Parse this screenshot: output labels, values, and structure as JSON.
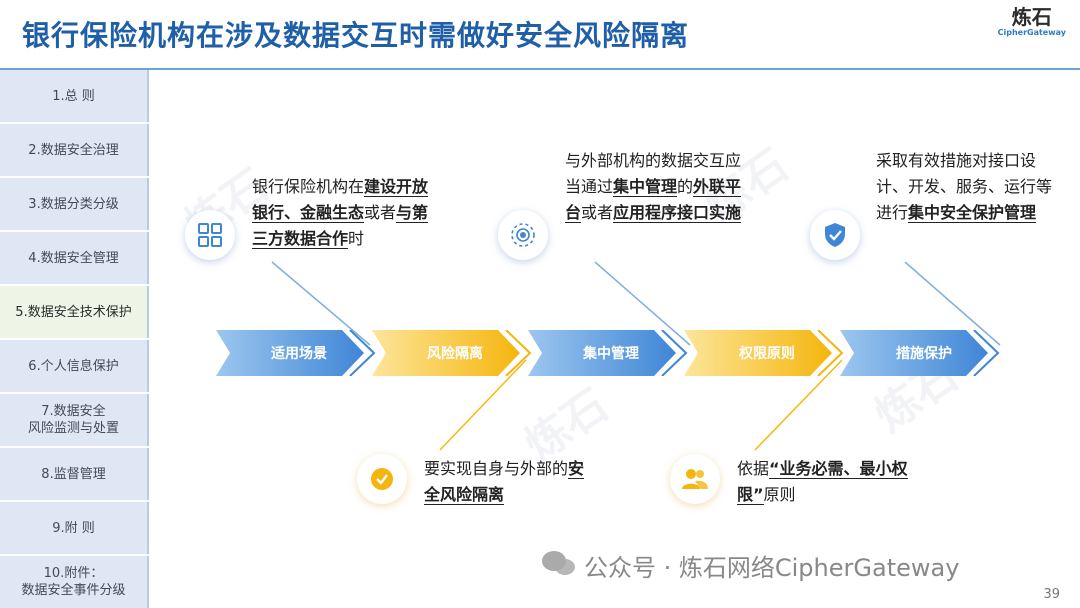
{
  "title": "银行保险机构在涉及数据交互时需做好安全风险隔离",
  "logo": {
    "cn": "炼石",
    "en": "CipherGateway"
  },
  "sidebar": {
    "items": [
      {
        "label": "1.总 则"
      },
      {
        "label": "2.数据安全治理"
      },
      {
        "label": "3.数据分类分级"
      },
      {
        "label": "4.数据安全管理"
      },
      {
        "label": "5.数据安全技术保护",
        "active": true
      },
      {
        "label": "6.个人信息保护"
      },
      {
        "label": "7.数据安全\n风险监测与处置"
      },
      {
        "label": "8.监督管理"
      },
      {
        "label": "9.附 则"
      },
      {
        "label": "10.附件：\n数据安全事件分级"
      }
    ]
  },
  "steps": [
    {
      "label": "适用场景",
      "color": "blue"
    },
    {
      "label": "风险隔离",
      "color": "yellow"
    },
    {
      "label": "集中管理",
      "color": "blue"
    },
    {
      "label": "权限原则",
      "color": "yellow"
    },
    {
      "label": "措施保护",
      "color": "blue"
    }
  ],
  "cards": {
    "c1": {
      "icon": "grid-icon",
      "parts": [
        "银行保险机构在",
        "建设开放银行、金融生态",
        "或者",
        "与第三方数据合作",
        "时"
      ]
    },
    "c2": {
      "icon": "network-globe-icon",
      "parts": [
        "与外部机构的数据交互应当通过",
        "集中管理",
        "的",
        "外联平台",
        "或者",
        "应用程序接口实施",
        ""
      ]
    },
    "c3": {
      "icon": "shield-check-icon",
      "parts": [
        "采取有效措施对接口设计、开发、服务、运行等进行",
        "集中安全保护管理",
        ""
      ]
    },
    "c4": {
      "icon": "badge-check-icon",
      "parts": [
        "要实现自身与外部的",
        "安全风险隔离",
        ""
      ]
    },
    "c5": {
      "icon": "users-icon",
      "parts": [
        "依据",
        "“业务必需、最小权限”",
        "原则"
      ]
    }
  },
  "watermark": "炼石 CipherGateway",
  "footer": "公众号 · 炼石网络CipherGateway",
  "page_number": "39",
  "colors": {
    "blue": "#4a8fd8",
    "yellow": "#f5b90f",
    "title": "#1f5fa8"
  }
}
